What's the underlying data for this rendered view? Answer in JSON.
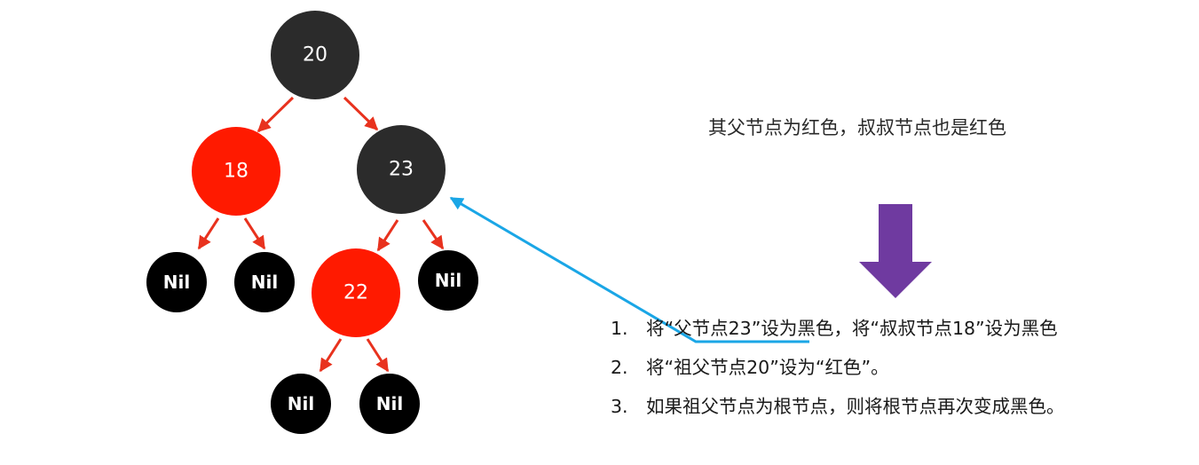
{
  "tree": {
    "root": "20",
    "left_child": "18",
    "right_child": "23",
    "inserted": "22",
    "nil_label": "Nil"
  },
  "colors": {
    "black_node": "#2b2b2b",
    "nil_node": "#000000",
    "red_node": "#ff1a00",
    "edge": "#e8321e",
    "pointer_line": "#1aa6e6",
    "big_arrow": "#6f3aa0"
  },
  "note": "其父节点为红色，叔叔节点也是红色",
  "steps": [
    {
      "num": "1.",
      "text": "将“父节点23”设为黑色，将“叔叔节点18”设为黑色"
    },
    {
      "num": "2.",
      "text": "将“祖父节点20”设为“红色”。"
    },
    {
      "num": "3.",
      "text": "如果祖父节点为根节点，则将根节点再次变成黑色。"
    }
  ]
}
